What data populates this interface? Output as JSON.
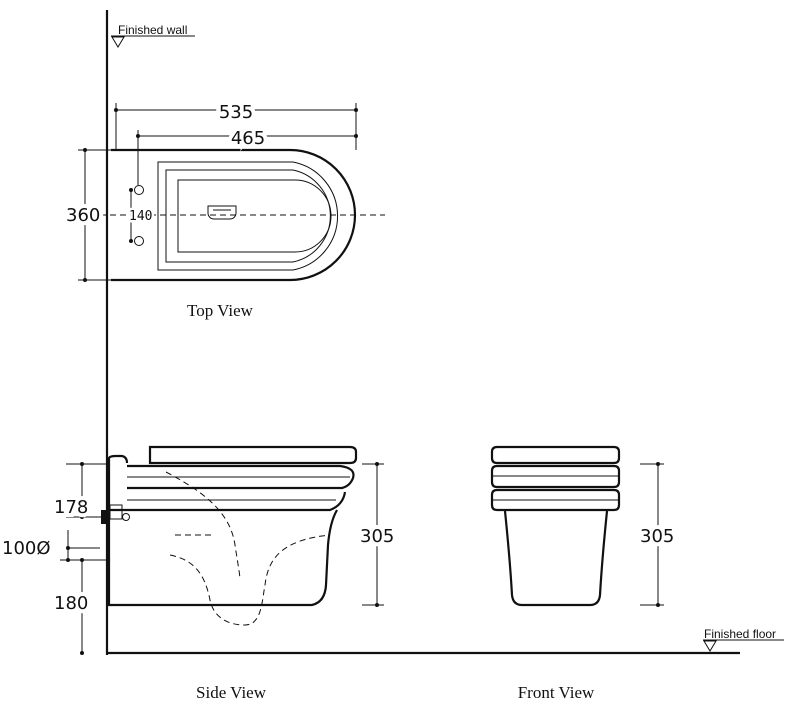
{
  "references": {
    "wall_label": "Finished wall",
    "floor_label": "Finished floor"
  },
  "top_view": {
    "caption": "Top View",
    "dim_total_length": "535",
    "dim_bowl_length": "465",
    "dim_width": "360",
    "dim_bolt_spacing": "140"
  },
  "side_view": {
    "caption": "Side View",
    "dim_inlet_height": "178",
    "dim_waste_diameter": "100Ø",
    "dim_waste_height": "180",
    "dim_bowl_height": "305"
  },
  "front_view": {
    "caption": "Front View",
    "dim_bowl_height": "305"
  }
}
